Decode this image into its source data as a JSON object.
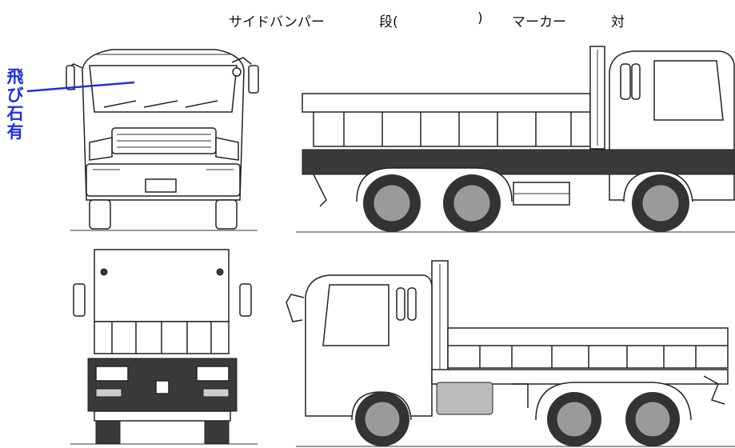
{
  "header": {
    "side_bumper": "サイドバンパー",
    "steps_prefix": "段(",
    "steps_suffix": ")",
    "marker": "マーカー",
    "pair": "対"
  },
  "annotation": {
    "lines": [
      "飛",
      "び",
      "石",
      "有"
    ],
    "color": "#1f2fe6"
  },
  "views": [
    "front-view",
    "right-side-view",
    "rear-view",
    "left-side-view"
  ]
}
